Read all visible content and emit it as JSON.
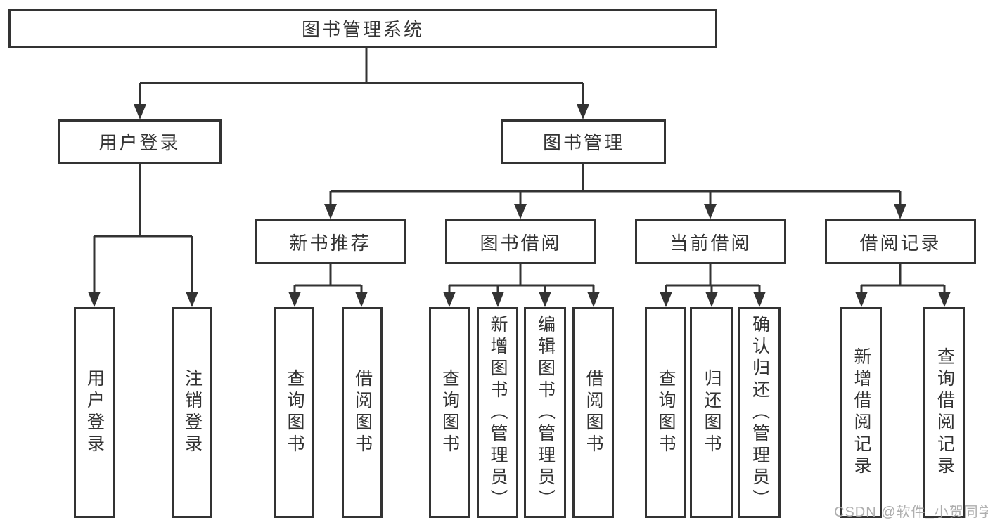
{
  "diagram": {
    "root": {
      "label": "图书管理系统"
    },
    "level2": [
      {
        "label": "用户登录"
      },
      {
        "label": "图书管理"
      }
    ],
    "level3": [
      {
        "label": "新书推荐"
      },
      {
        "label": "图书借阅"
      },
      {
        "label": "当前借阅"
      },
      {
        "label": "借阅记录"
      }
    ],
    "leaves": {
      "user_login": [
        "用户登录",
        "注销登录"
      ],
      "new_books": [
        "查询图书",
        "借阅图书"
      ],
      "book_borrow": [
        "查询图书",
        "新增图书（管理员）",
        "编辑图书（管理员）",
        "借阅图书"
      ],
      "current_borrow": [
        "查询图书",
        "归还图书",
        "确认归还（管理员）"
      ],
      "borrow_records": [
        "新增借阅记录",
        "查询借阅记录"
      ]
    }
  },
  "watermark": "CSDN @软件_小贺同学",
  "colors": {
    "line": "#333333",
    "text": "#333333",
    "watermark": "#a5a5a5",
    "background": "#ffffff"
  }
}
